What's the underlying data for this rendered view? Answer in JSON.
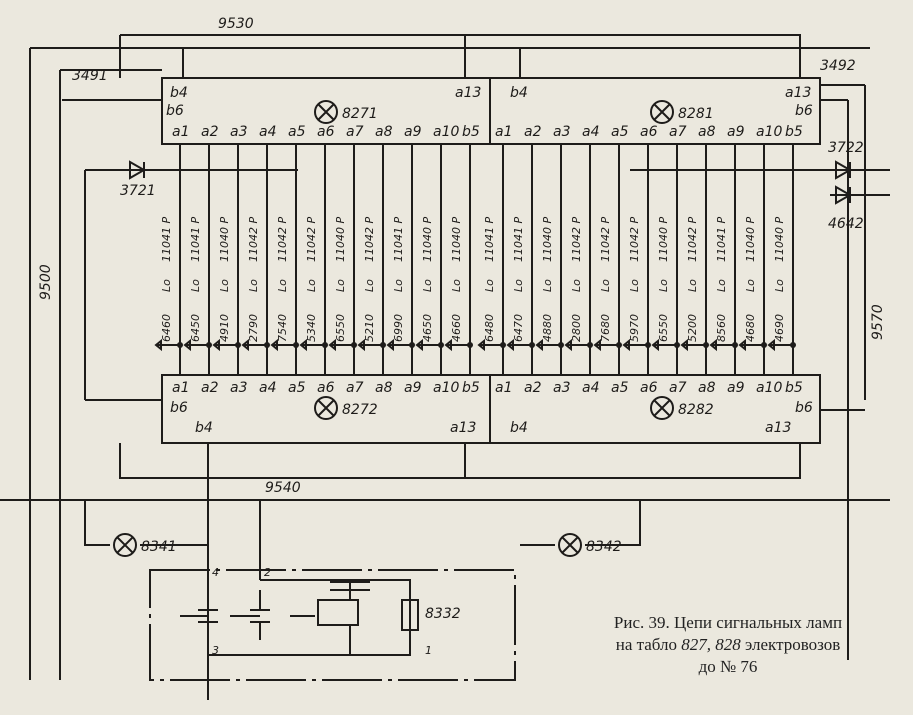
{
  "wire_labels": {
    "top_bus": "9530",
    "left_upper": "3491",
    "right_upper": "3492",
    "left_vertical": "9500",
    "right_vertical": "9570",
    "bottom_bus": "9540"
  },
  "diodes": {
    "left": "3721",
    "right_upper": "3722",
    "right_lower": "4642"
  },
  "lamps": {
    "top_left": "8271",
    "top_right": "8281",
    "bottom_left": "8272",
    "bottom_right": "8282",
    "aux_left": "8341",
    "aux_right": "8342"
  },
  "relay": {
    "label": "8332",
    "pins": [
      "4",
      "2",
      "3",
      "1"
    ]
  },
  "pins": {
    "row": [
      "a1",
      "a2",
      "a3",
      "a4",
      "a5",
      "a6",
      "a7",
      "a8",
      "a9",
      "a10",
      "b5"
    ],
    "b4": "b4",
    "b6": "b6",
    "a13": "a13"
  },
  "wires_left": [
    {
      "num": "6460",
      "mid": "Lo",
      "end": "11041 P"
    },
    {
      "num": "6450",
      "mid": "Lo",
      "end": "11041 P"
    },
    {
      "num": "4910",
      "mid": "Lo",
      "end": "11040 P"
    },
    {
      "num": "2790",
      "mid": "Lo",
      "end": "11042 P"
    },
    {
      "num": "7540",
      "mid": "Lo",
      "end": "11042 P"
    },
    {
      "num": "5340",
      "mid": "Lo",
      "end": "11042 P"
    },
    {
      "num": "6550",
      "mid": "Lo",
      "end": "11040 P"
    },
    {
      "num": "5210",
      "mid": "Lo",
      "end": "11042 P"
    },
    {
      "num": "6990",
      "mid": "Lo",
      "end": "11041 P"
    },
    {
      "num": "4650",
      "mid": "Lo",
      "end": "11040 P"
    },
    {
      "num": "4660",
      "mid": "Lo",
      "end": "11040 P"
    }
  ],
  "wires_right": [
    {
      "num": "6480",
      "mid": "Lo",
      "end": "11041 P"
    },
    {
      "num": "6470",
      "mid": "Lo",
      "end": "11041 P"
    },
    {
      "num": "4880",
      "mid": "Lo",
      "end": "11040 P"
    },
    {
      "num": "2800",
      "mid": "Lo",
      "end": "11042 P"
    },
    {
      "num": "7680",
      "mid": "Lo",
      "end": "11042 P"
    },
    {
      "num": "5970",
      "mid": "Lo",
      "end": "11042 P"
    },
    {
      "num": "6550",
      "mid": "Lo",
      "end": "11040 P"
    },
    {
      "num": "5200",
      "mid": "Lo",
      "end": "11042 P"
    },
    {
      "num": "8560",
      "mid": "Lo",
      "end": "11041 P"
    },
    {
      "num": "4680",
      "mid": "Lo",
      "end": "11040 P"
    },
    {
      "num": "4690",
      "mid": "Lo",
      "end": "11040 P"
    }
  ],
  "caption": {
    "line1": "Рис. 39. Цепи сигнальных ламп",
    "line2_pre": "на табло ",
    "line2_models": "827, 828",
    "line2_post": " электровозов",
    "line3": "до № 76"
  }
}
